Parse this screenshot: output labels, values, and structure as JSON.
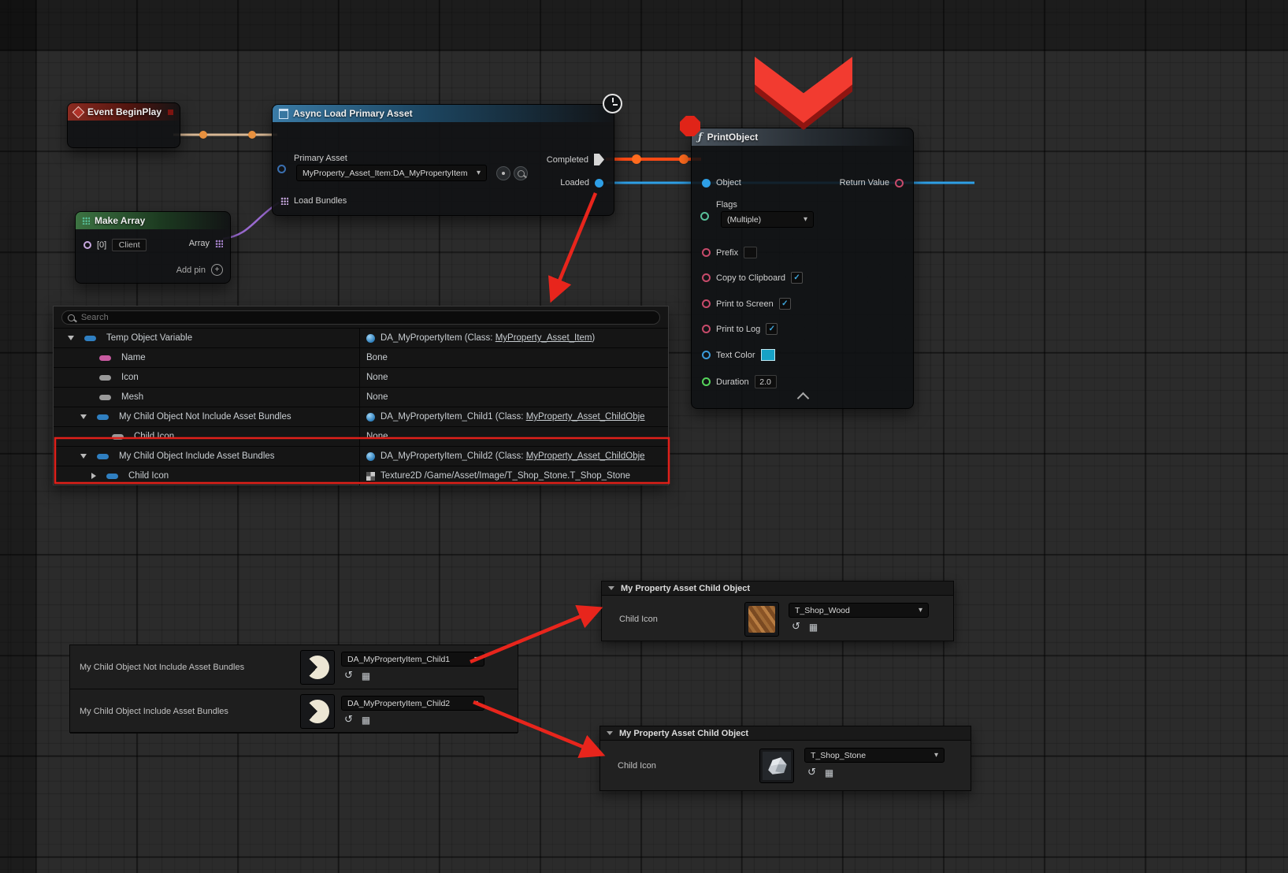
{
  "colors": {
    "exec_wire": "#d9b894",
    "exec_wire_active": "#ff4a14",
    "object_wire": "#2e9fe6",
    "name_array_wire": "#9a6ad0",
    "annotation_red": "#e8251c",
    "header_event": "#8a2a20",
    "header_async": "#3a7ba6",
    "header_array": "#3c7342",
    "header_function": "#4a545e",
    "pin_object": "#3b9ad9",
    "pin_bool": "#c64a6a",
    "pin_enum": "#58c09a",
    "pin_float": "#56d45b",
    "pin_name": "#c8a8e0",
    "pin_asset_id": "#3a6fb0",
    "checkbox_check": "#3fa7dd",
    "text_color_swatch": "#17a2c6"
  },
  "icons": {
    "search-icon": "magnifier",
    "chevron-down-icon": "▾",
    "check-icon": "✓",
    "function-icon": "ƒ",
    "add-icon": "+",
    "use-selected-asset-icon": "↺",
    "browse-to-asset-icon": "▦",
    "latent-clock-icon": "clock",
    "breakpoint-icon": "octagon",
    "event-icon": "diamond",
    "array-grid-icon": "3x3-dots",
    "texture-icon": "checkerboard",
    "object-ref-icon": "blue-sphere"
  },
  "nodes": {
    "event_begin_play": {
      "title": "Event BeginPlay"
    },
    "async_load_primary_asset": {
      "title": "Async Load Primary Asset",
      "primary_asset_label": "Primary Asset",
      "primary_asset_value": "MyProperty_Asset_Item:DA_MyPropertyItem",
      "completed_label": "Completed",
      "loaded_label": "Loaded",
      "load_bundles_label": "Load Bundles"
    },
    "make_array": {
      "title": "Make Array",
      "pin_index": "[0]",
      "pin_value": "Client",
      "array_label": "Array",
      "add_pin_label": "Add pin",
      "add_icon": "+"
    },
    "print_object": {
      "title": "PrintObject",
      "fn_icon": "ƒ",
      "object_label": "Object",
      "return_value_label": "Return Value",
      "flags_label": "Flags",
      "flags_value": "(Multiple)",
      "prefix_label": "Prefix",
      "copy_to_clipboard_label": "Copy to Clipboard",
      "print_to_screen_label": "Print to Screen",
      "print_to_log_label": "Print to Log",
      "text_color_label": "Text Color",
      "duration_label": "Duration",
      "duration_value": "2.0",
      "check_glyph": "✓"
    }
  },
  "watch_panel": {
    "search_placeholder": "Search",
    "rows": [
      {
        "label": "Temp Object Variable",
        "value_pre": "DA_MyPropertyItem (Class: ",
        "value_link": "MyProperty_Asset_Item",
        "value_post": ")"
      },
      {
        "label": "Name",
        "value_pre": "Bone"
      },
      {
        "label": "Icon",
        "value_pre": "None"
      },
      {
        "label": "Mesh",
        "value_pre": "None"
      },
      {
        "label": "My Child Object Not Include Asset Bundles",
        "value_pre": "DA_MyPropertyItem_Child1 (Class: ",
        "value_link": "MyProperty_Asset_ChildObje",
        "value_post": ""
      },
      {
        "label": "Child Icon",
        "value_pre": "None"
      },
      {
        "label": "My Child Object Include Asset Bundles",
        "value_pre": "DA_MyPropertyItem_Child2 (Class: ",
        "value_link": "MyProperty_Asset_ChildObje",
        "value_post": ""
      },
      {
        "label": "Child Icon",
        "value_pre": "Texture2D /Game/Asset/Image/T_Shop_Stone.T_Shop_Stone"
      }
    ]
  },
  "details": {
    "wood_panel": {
      "title": "My Property Asset Child Object",
      "row_label": "Child Icon",
      "asset": "T_Shop_Wood"
    },
    "stone_panel": {
      "title": "My Property Asset Child Object",
      "row_label": "Child Icon",
      "asset": "T_Shop_Stone"
    },
    "property_rows": [
      {
        "label": "My Child Object Not Include Asset Bundles",
        "asset": "DA_MyPropertyItem_Child1"
      },
      {
        "label": "My Child Object Include Asset Bundles",
        "asset": "DA_MyPropertyItem_Child2"
      }
    ],
    "use_icon": "↺",
    "browse_icon": "▦",
    "chevron": "▾"
  }
}
